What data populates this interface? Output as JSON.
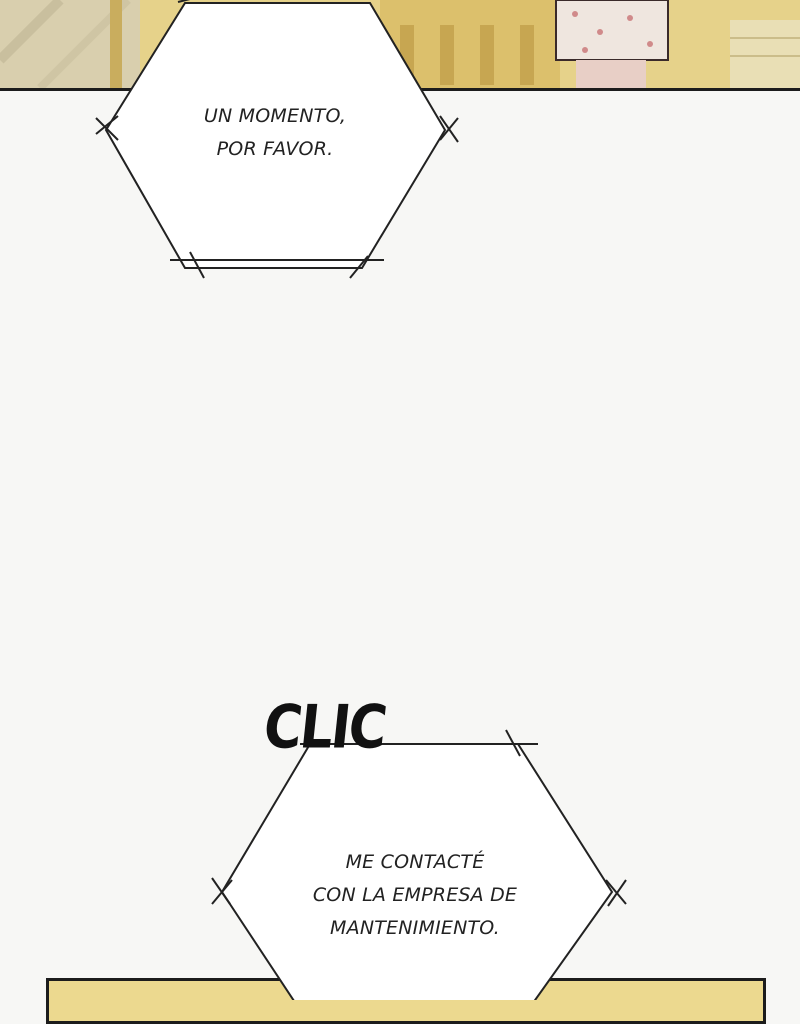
{
  "bubble1": {
    "lines": [
      "UN MOMENTO,",
      "POR FAVOR."
    ]
  },
  "sfx": {
    "text": "CLIC"
  },
  "bubble2": {
    "lines": [
      "ME CONTACTÉ",
      "CON LA EMPRESA DE",
      "MANTENIMIENTO."
    ]
  },
  "colors": {
    "panel": "#e6d28a",
    "border": "#1c1c1c",
    "page": "#f7f7f5"
  }
}
